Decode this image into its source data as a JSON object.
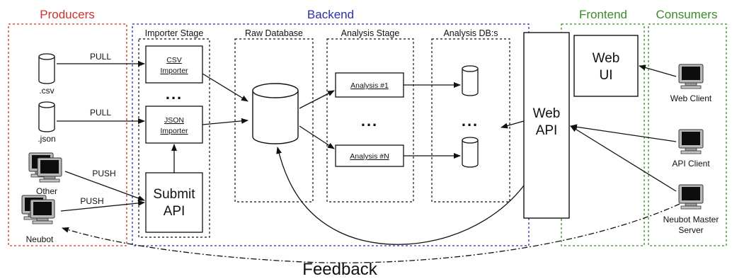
{
  "sections": {
    "producers": "Producers",
    "backend": "Backend",
    "frontend": "Frontend",
    "consumers": "Consumers"
  },
  "subsections": {
    "importer_stage": "Importer Stage",
    "raw_database": "Raw Database",
    "analysis_stage": "Analysis Stage",
    "analysis_dbs": "Analysis DB:s"
  },
  "producers": {
    "csv": ".csv",
    "json": ".json",
    "other": "Other",
    "neubot": "Neubot"
  },
  "arrows": {
    "pull_1": "PULL",
    "pull_2": "PULL",
    "push_1": "PUSH",
    "push_2": "PUSH"
  },
  "importers": {
    "csv_line1": "CSV",
    "csv_line2": "Importer",
    "json_line1": "JSON",
    "json_line2": "Importer",
    "ellipsis": "...",
    "submit_line1": "Submit",
    "submit_line2": "API"
  },
  "analysis": {
    "first": "Analysis #1",
    "ellipsis": "...",
    "last": "Analysis #N",
    "db_ellipsis": "..."
  },
  "web_api": {
    "line1": "Web",
    "line2": "API"
  },
  "web_ui": {
    "line1": "Web",
    "line2": "UI"
  },
  "consumers": {
    "web_client": "Web Client",
    "api_client": "API Client",
    "neubot_master_line1": "Neubot Master",
    "neubot_master_line2": "Server"
  },
  "feedback": "Feedback",
  "colors": {
    "producers": "#d0312d",
    "backend": "#2a2fa6",
    "frontend": "#3a8a2a",
    "consumers": "#3a8a2a",
    "stroke": "#111111"
  }
}
